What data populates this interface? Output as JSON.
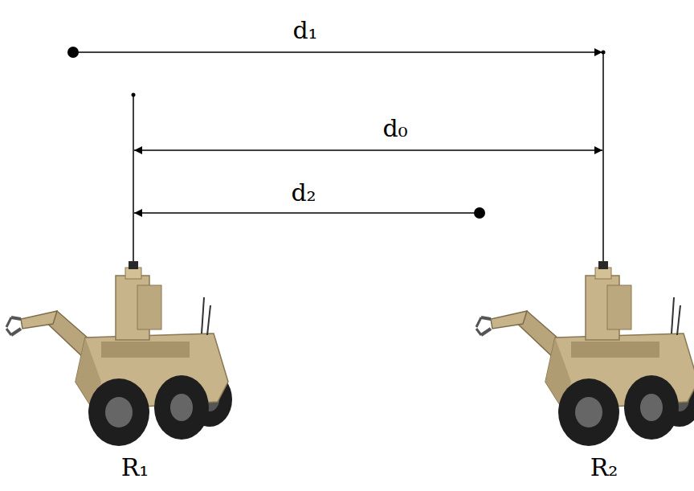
{
  "diagram": {
    "labels": [
      "d₁",
      "d₀",
      "d₂",
      "R₁",
      "R₂"
    ]
  }
}
